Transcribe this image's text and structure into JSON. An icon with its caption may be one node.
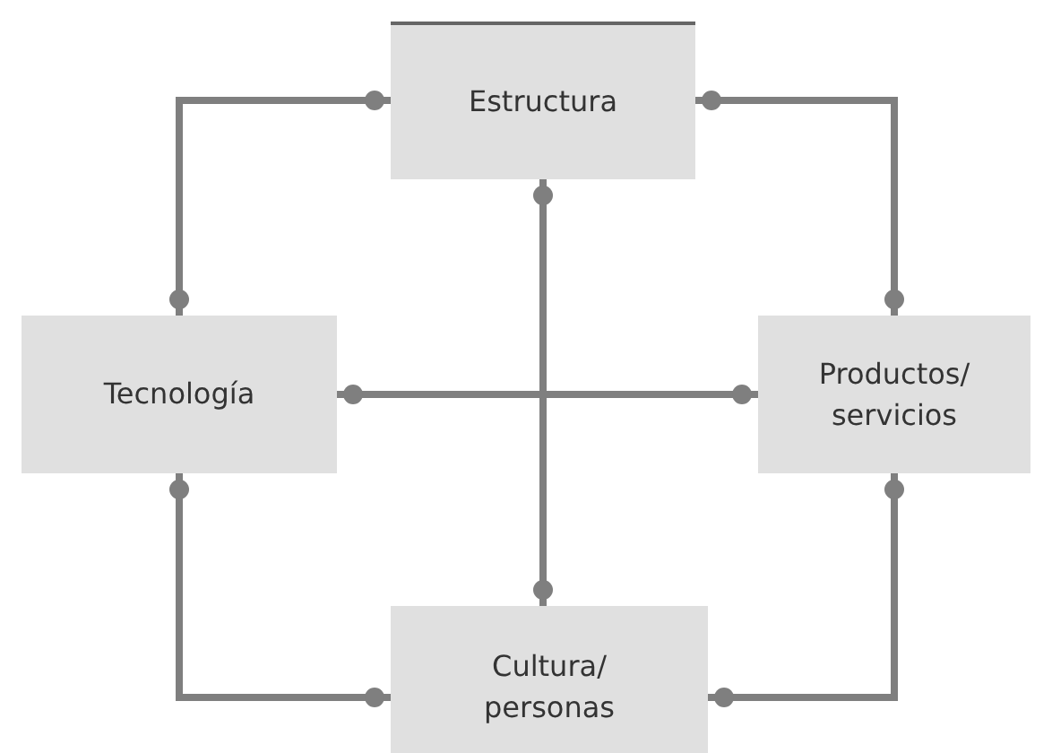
{
  "diagram": {
    "nodes": [
      {
        "text": [
          "Estructura"
        ]
      },
      {
        "text": [
          "Tecnología"
        ]
      },
      {
        "text": [
          "Productos/ servicios"
        ]
      },
      {
        "text": [
          "Cultura/ personas"
        ]
      }
    ],
    "edges": [
      {
        "from": 0,
        "to": 1,
        "arrow": "other"
      },
      {
        "from": 0,
        "to": 2,
        "arrow": "other"
      },
      {
        "from": 0,
        "to": 3,
        "arrow": "other"
      },
      {
        "from": 1,
        "to": 2,
        "arrow": "other"
      },
      {
        "from": 1,
        "to": 3,
        "arrow": "other"
      },
      {
        "from": 2,
        "to": 3,
        "arrow": "other"
      }
    ]
  }
}
